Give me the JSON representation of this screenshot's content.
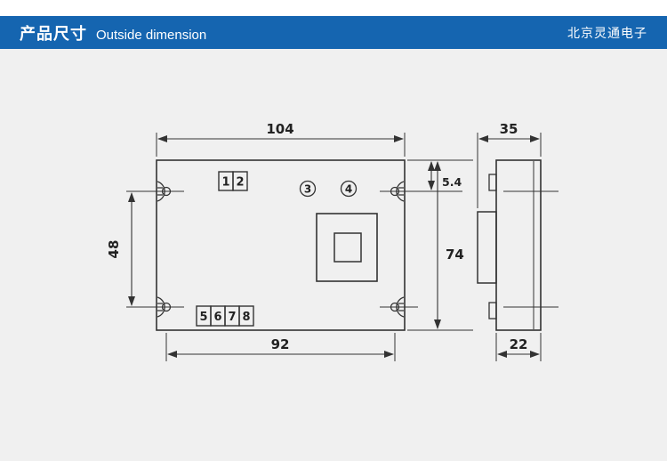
{
  "header": {
    "title_cn": "产品尺寸",
    "title_en": "Outside dimension",
    "company": "北京灵通电子"
  },
  "colors": {
    "header_bg": "#1565b0",
    "page_bg": "#f0f0f0",
    "line_color": "#333333"
  },
  "drawing": {
    "front_view": {
      "terminal_top_labels": [
        "1",
        "2"
      ],
      "terminal_bottom_labels": [
        "5",
        "6",
        "7",
        "8"
      ],
      "circled_labels": [
        "3",
        "4"
      ],
      "dim_width_top": "104",
      "dim_height_left": "48",
      "dim_hole_offset": "5.4",
      "dim_height_right": "74",
      "dim_width_bottom": "92"
    },
    "side_view": {
      "dim_depth_top": "35",
      "dim_depth_bottom": "22"
    }
  }
}
